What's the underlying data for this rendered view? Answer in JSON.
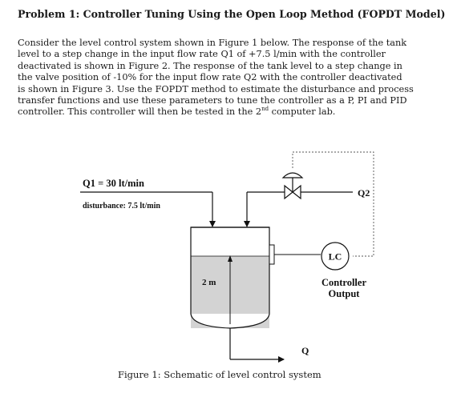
{
  "problem": {
    "title": "Problem 1: Controller Tuning Using the Open Loop Method (FOPDT Model)",
    "paragraph_lines": [
      "Consider the level control system shown in Figure 1 below.  The response of the tank",
      "level to a step change in the input flow rate Q1 of +7.5 l/min with the controller",
      "deactivated is shown in Figure 2. The response of the tank level to a step change in",
      "the valve position of -10% for the input flow rate Q2 with the controller deactivated",
      "is shown in Figure 3. Use the FOPDT method to estimate the disturbance and process",
      "transfer functions and use these parameters to tune the controller as a P, PI and PID",
      "controller. This controller will then be tested in the 2"
    ],
    "superscript": "nd",
    "last_line_tail": " computer lab."
  },
  "figure": {
    "q1_label": "Q1 = 30 lt/min",
    "disturbance_label": "disturbance: 7.5 lt/min",
    "q2_label": "Q2",
    "lc_label": "LC",
    "controller_output_line1": "Controller",
    "controller_output_line2": "Output",
    "height_label": "2 m",
    "outflow_label": "Q",
    "caption": "Figure 1: Schematic of level control system",
    "liquid_color": "#d3d3d3"
  }
}
